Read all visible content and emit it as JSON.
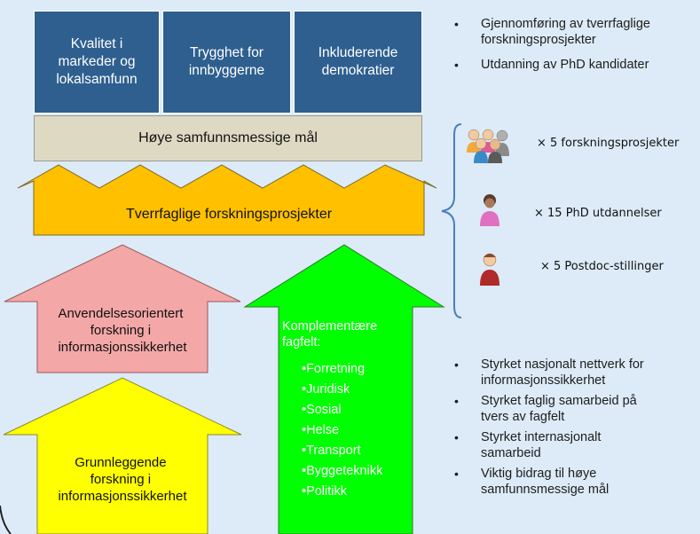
{
  "goals": [
    "Kvalitet i\nmarkeder og\nlokalsamfunn",
    "Trygghet for\ninnbyggerne",
    "Inkluderende\ndemokratier"
  ],
  "base_label": "Høye samfunnsmessige mål",
  "banner_label": "Tverrfaglige forskningsprosjekter",
  "left_upper_arrow": [
    "Anvendelsesorientert",
    "forskning i",
    "informasjonssikkerhet"
  ],
  "left_lower_arrow": [
    "Grunnleggende",
    "forskning i",
    "informasjonssikkerhet"
  ],
  "green_arrow": {
    "title": [
      "Komplementære",
      "fagfelt:"
    ],
    "items": [
      "•Forretning",
      "•Juridisk",
      "•Sosial",
      "•Helse",
      "•Transport",
      "•Byggeteknikk",
      "•Politikk"
    ]
  },
  "top_bullets": [
    "Gjennomføring av tverrfaglige\nforskningsprosjekter",
    "Utdanning av PhD kandidater"
  ],
  "resources": [
    {
      "icon": "group-people-icon",
      "label": "× 5 forskningsprosjekter"
    },
    {
      "icon": "student-icon",
      "label": "× 15 PhD utdannelser"
    },
    {
      "icon": "postdoc-person-icon",
      "label": "× 5 Postdoc-stillinger"
    }
  ],
  "bottom_bullets": [
    "Styrket nasjonalt nettverk for\ninformasjonssikkerhet",
    "Styrket faglig samarbeid på\ntvers av fagfelt",
    "Styrket internasjonalt\nsamarbeid",
    "Viktig bidrag til høye\nsamfunnsmessige mål"
  ],
  "bullet_glyph": "•",
  "colors": {
    "background": "#dcebf7",
    "goal_fill": "#2e5f8f",
    "base_fill": "#ddd9c3",
    "banner_fill": "#ffc000",
    "pink_arrow": "#f4a7a7",
    "yellow_arrow": "#ffff00",
    "green_arrow": "#00ff00",
    "brace": "#4a7ebb"
  }
}
